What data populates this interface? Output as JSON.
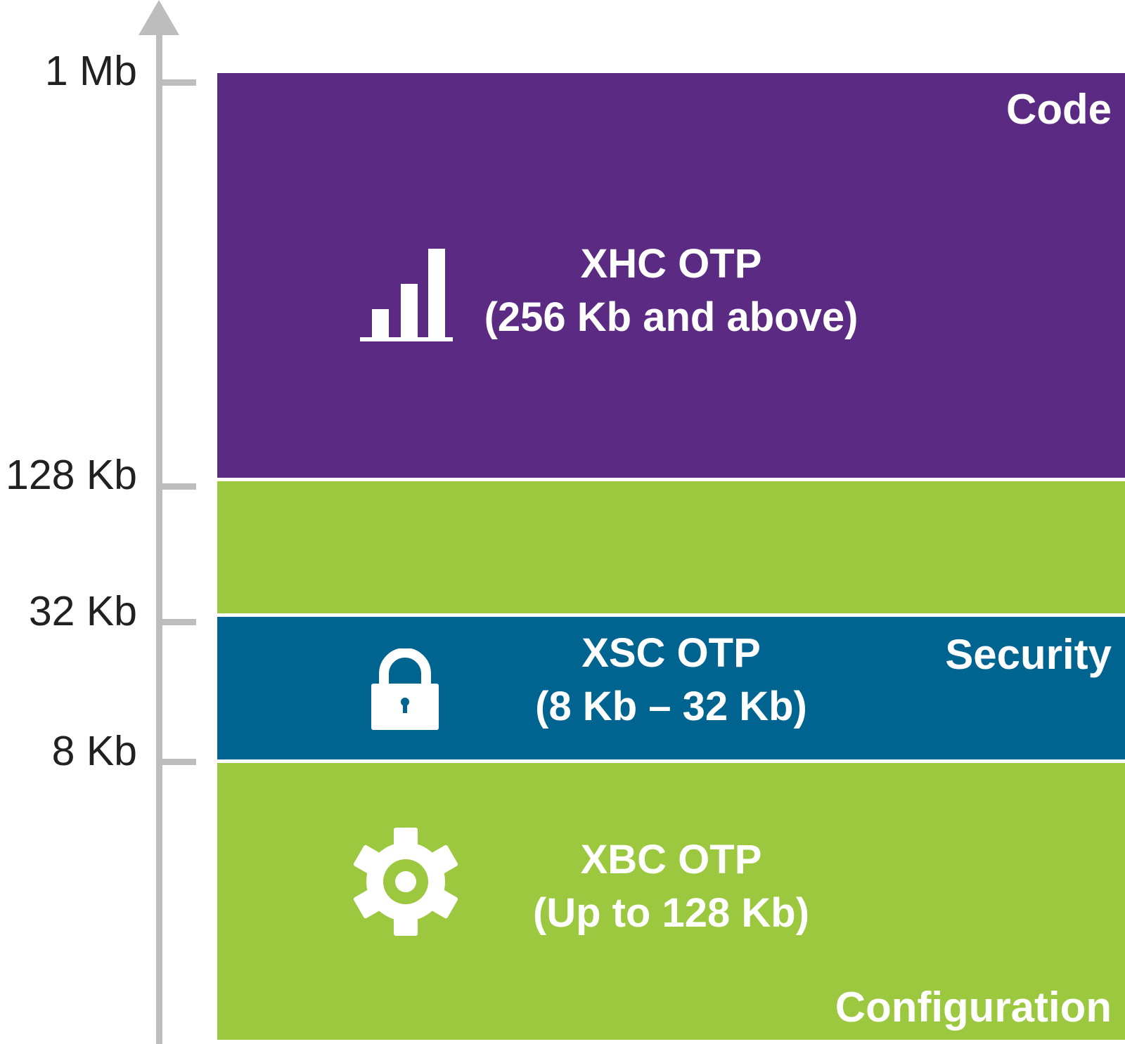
{
  "axis": {
    "ticks": [
      {
        "label": "1 Mb"
      },
      {
        "label": "128 Kb"
      },
      {
        "label": "32 Kb"
      },
      {
        "label": "8 Kb"
      }
    ]
  },
  "blocks": {
    "code": {
      "corner_label": "Code",
      "title_line1": "XHC OTP",
      "title_line2": "(256 Kb and above)",
      "icon": "bar-chart-icon",
      "color": "#5b2a82"
    },
    "green_upper": {
      "color": "#9bc83f"
    },
    "security": {
      "corner_label": "Security",
      "title_line1": "XSC OTP",
      "title_line2": "(8 Kb – 32 Kb)",
      "icon": "lock-icon",
      "color": "#006490"
    },
    "configuration": {
      "corner_label": "Configuration",
      "title_line1": "XBC OTP",
      "title_line2": "(Up to 128 Kb)",
      "icon": "gear-icon",
      "color": "#9bc83f"
    }
  }
}
